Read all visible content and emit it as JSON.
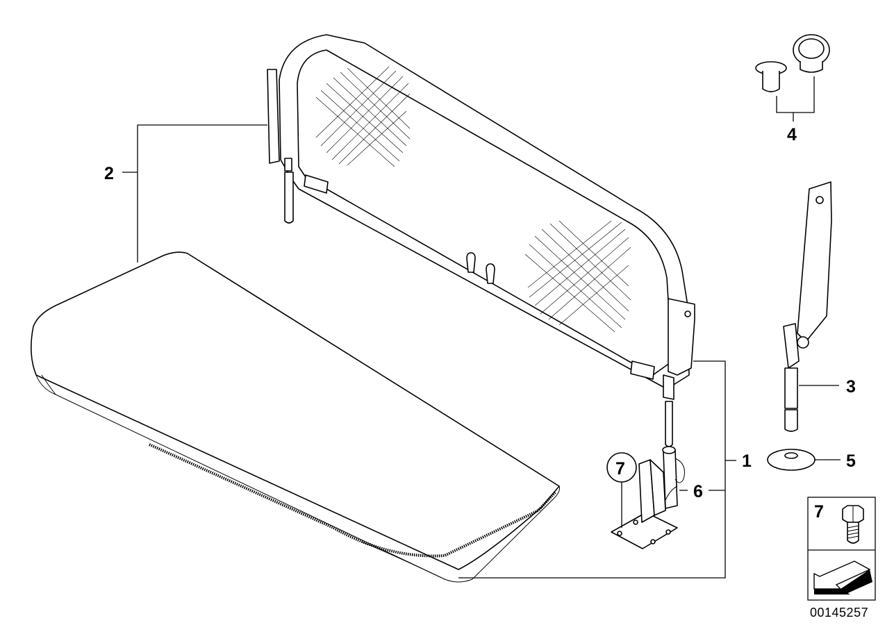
{
  "diagram": {
    "callouts": {
      "c1": "1",
      "c2": "2",
      "c3": "3",
      "c4": "4",
      "c5": "5",
      "c6": "6",
      "c7_circle": "7",
      "c7_box": "7"
    },
    "reference_number": "00145257",
    "icons": [
      "wind-deflector-frame",
      "seat-cover-board",
      "mounting-bracket",
      "support-strut",
      "plug-caps",
      "washer",
      "hex-bolt",
      "arrow-icon"
    ]
  }
}
